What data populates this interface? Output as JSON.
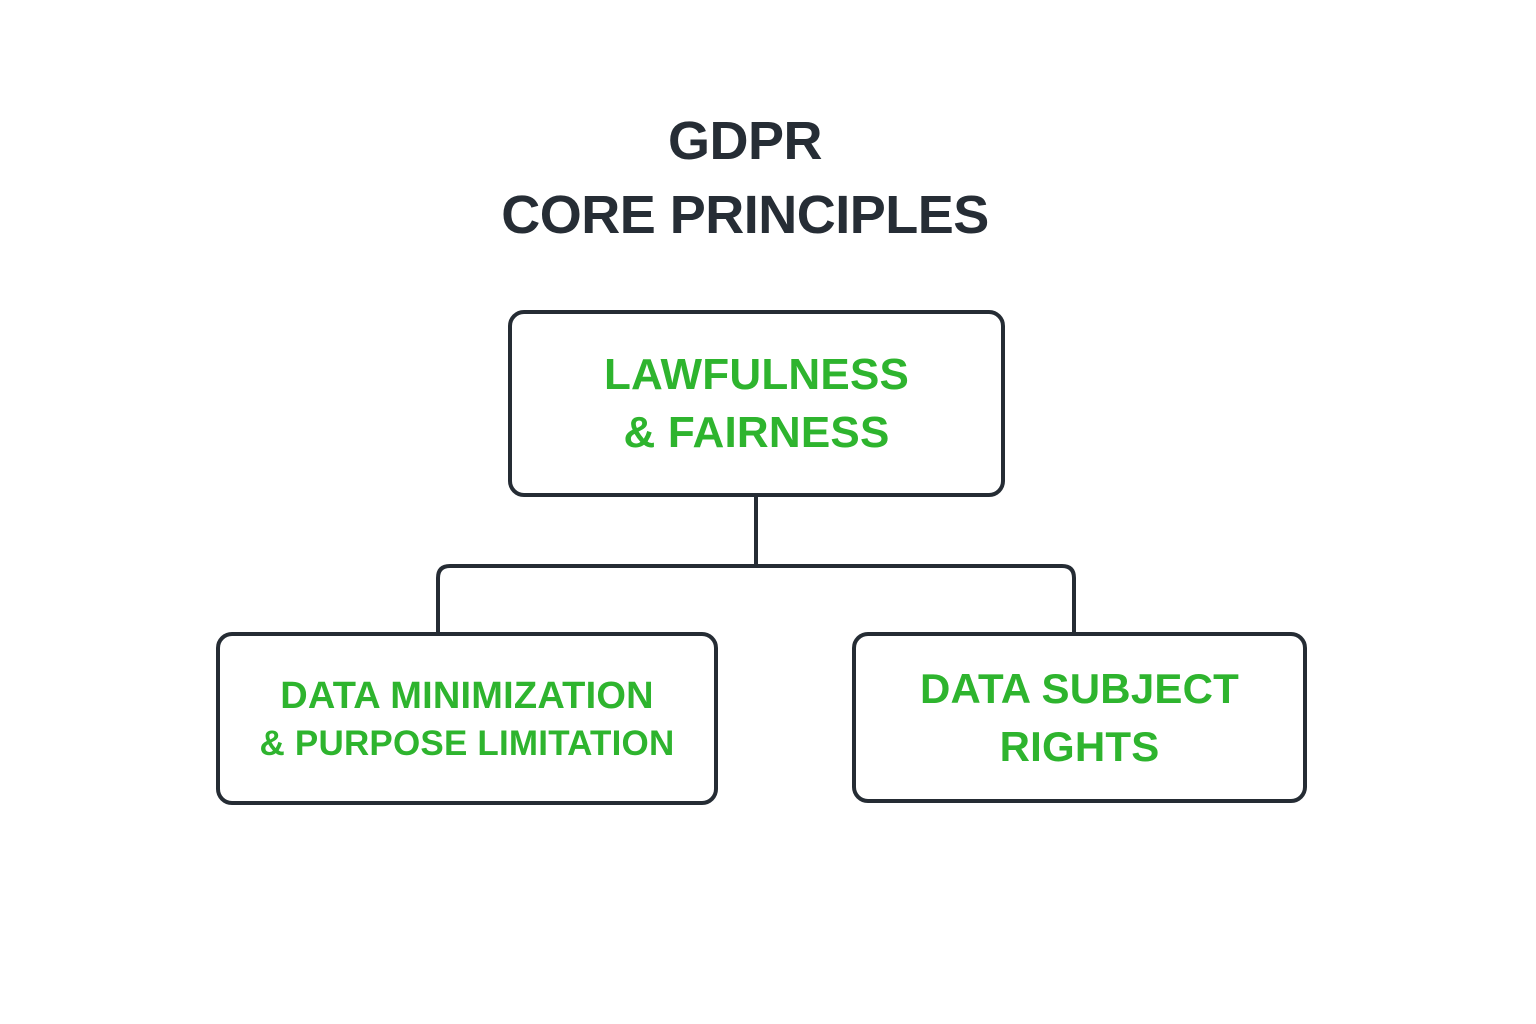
{
  "title": {
    "line1": "GDPR",
    "line2": "CORE PRINCIPLES"
  },
  "nodes": {
    "root": {
      "line1": "LAWFULNESS",
      "line2": "& FAIRNESS"
    },
    "left": {
      "line1": "DATA MINIMIZATION",
      "line2": "& PURPOSE LIMITATION"
    },
    "right": {
      "line1": "DATA SUBJECT",
      "line2": "RIGHTS"
    }
  },
  "colors": {
    "title_text": "#262d35",
    "node_border": "#252c34",
    "node_text_green": "#2eb42e",
    "connector": "#252c34",
    "background": "#ffffff"
  }
}
